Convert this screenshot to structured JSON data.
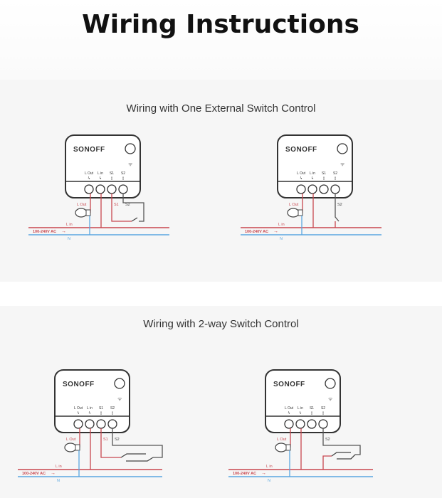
{
  "title": "Wiring Instructions",
  "sections": [
    {
      "heading": "Wiring with One External Switch Control"
    },
    {
      "heading": "Wiring with 2-way Switch Control"
    }
  ],
  "device": {
    "brand": "SONOFF",
    "terminals": [
      "L Out",
      "L in",
      "S1",
      "S2"
    ]
  },
  "wiring_labels": {
    "l_out": "L Out",
    "s1": "S1",
    "s2": "S2",
    "l_in": "L in",
    "supply": "100-240V AC",
    "neutral": "N"
  },
  "colors": {
    "live": "#c8474f",
    "neutral": "#5aa6e0",
    "device": "#333333",
    "switch_wire": "#555555"
  }
}
